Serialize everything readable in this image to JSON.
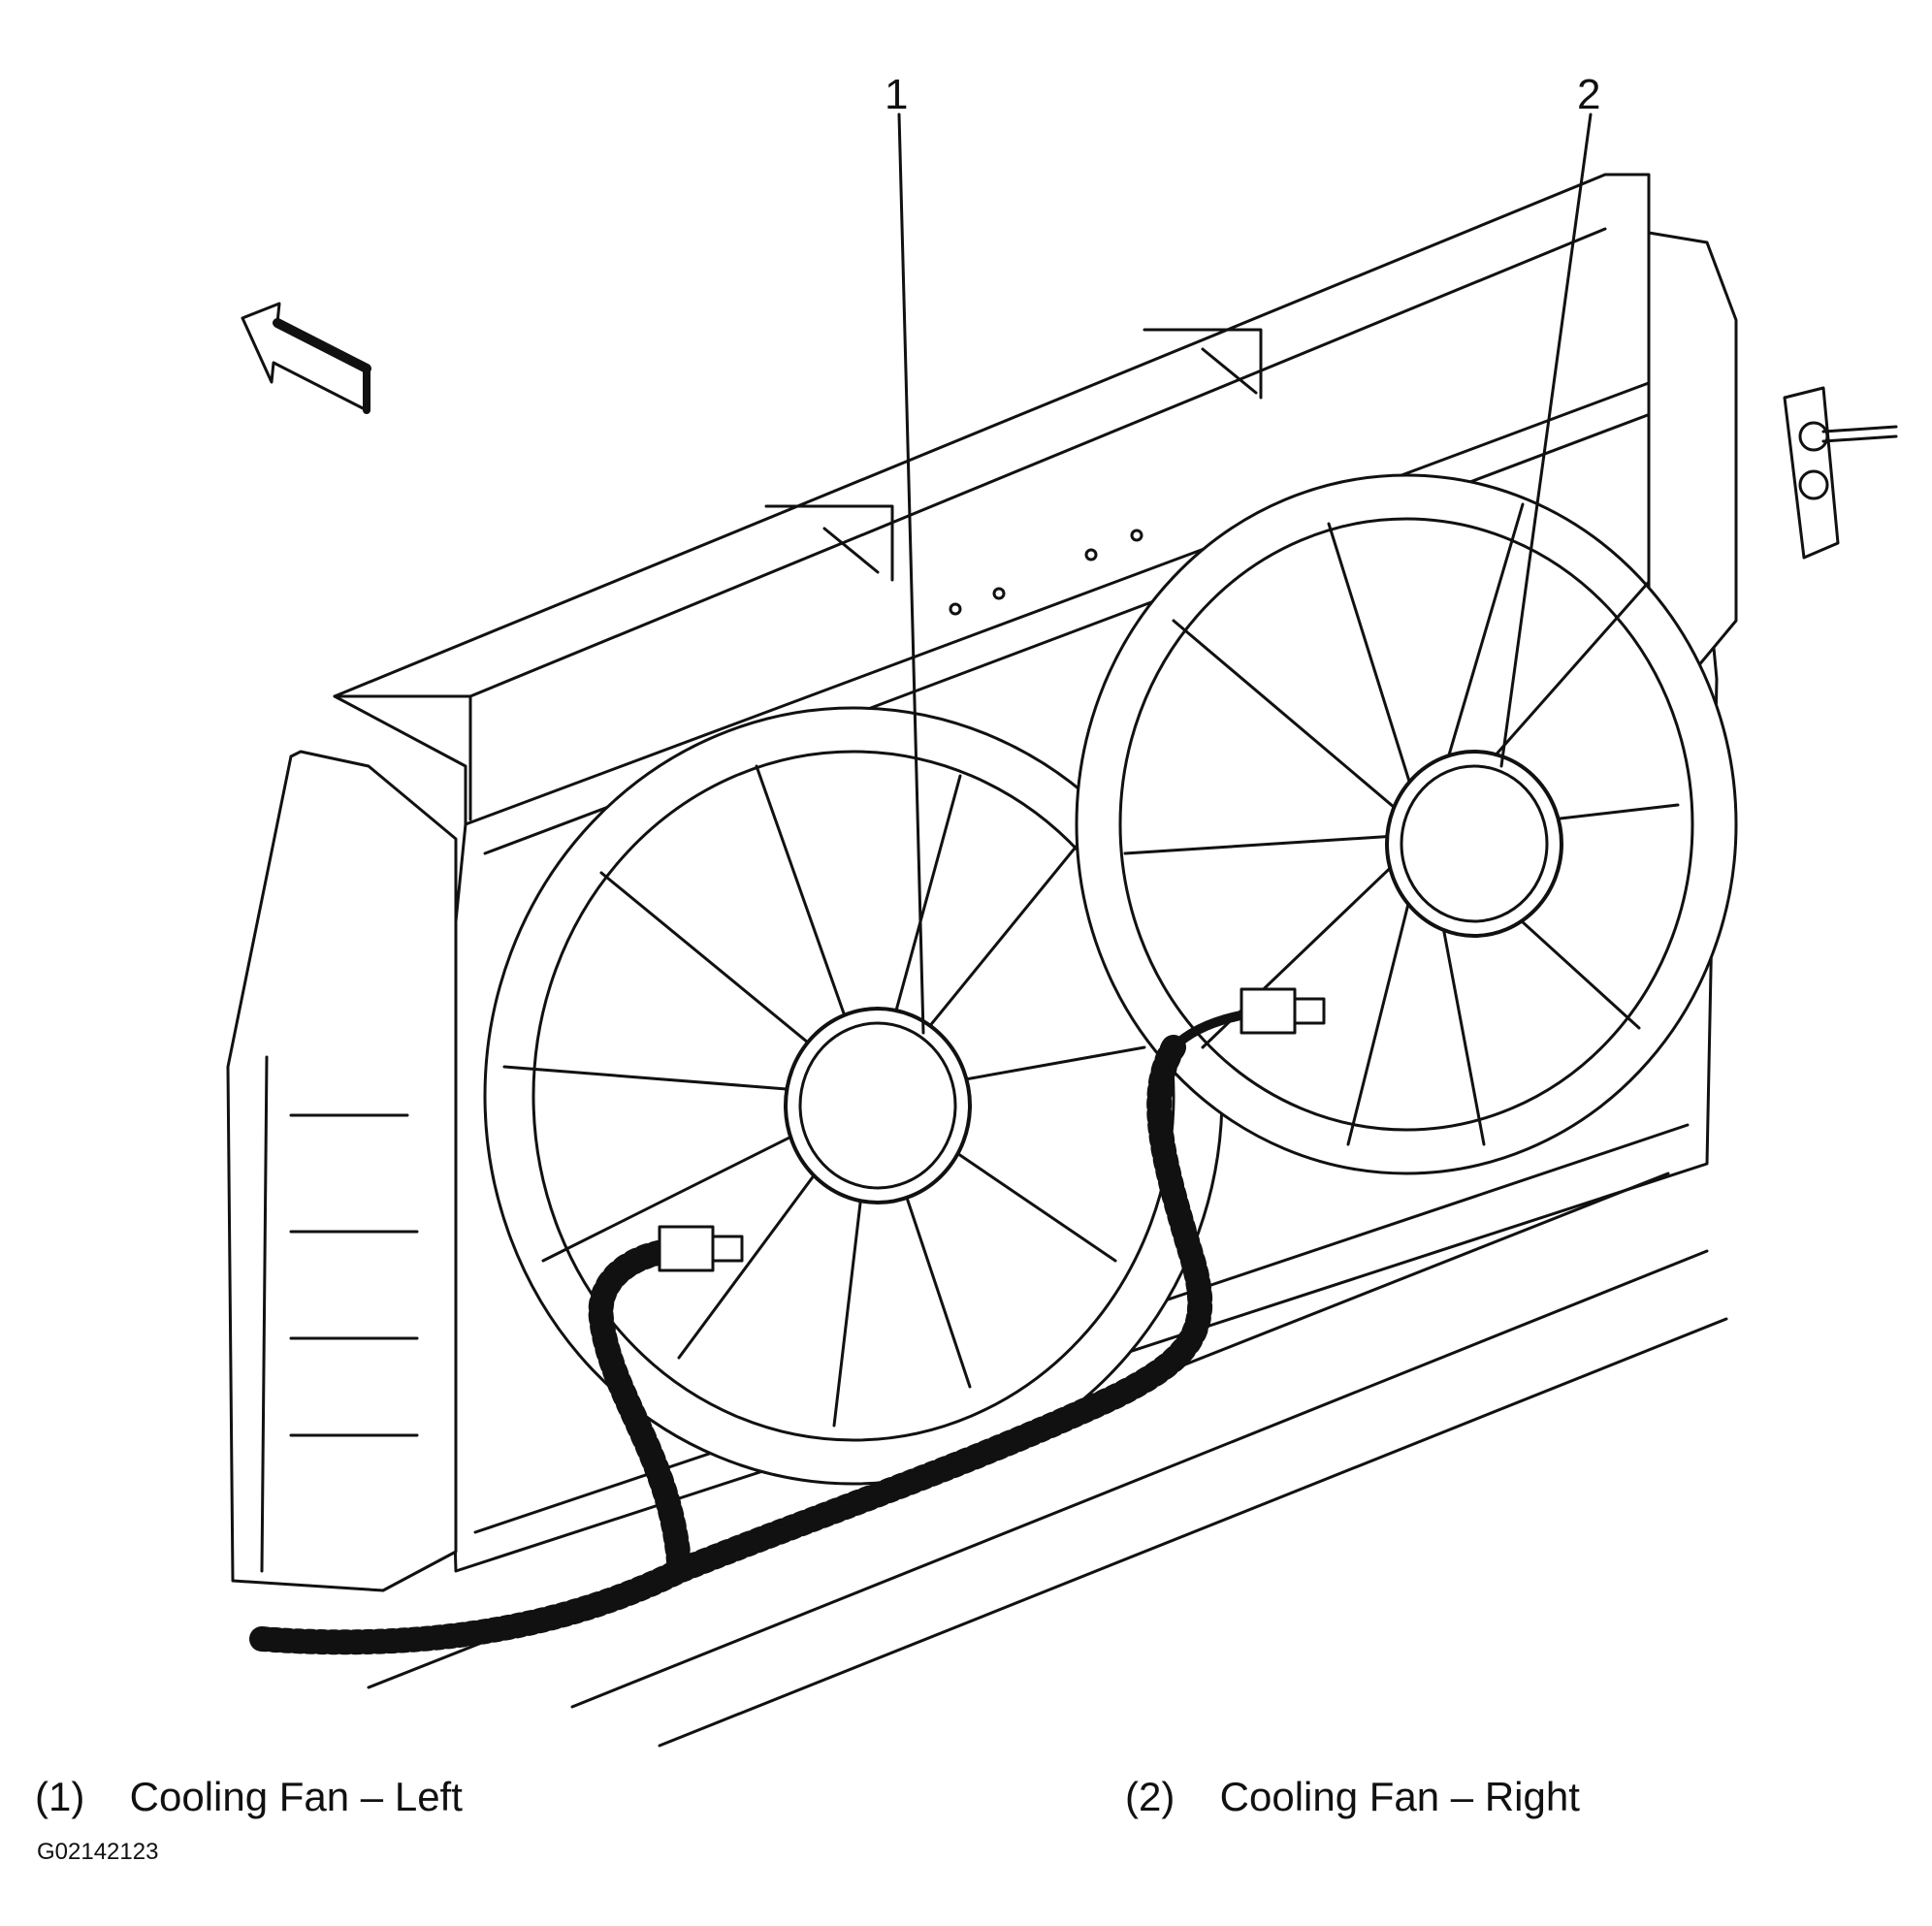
{
  "callouts": [
    {
      "number": "1"
    },
    {
      "number": "2"
    }
  ],
  "legend": [
    {
      "number": "(1)",
      "label": "Cooling Fan – Left"
    },
    {
      "number": "(2)",
      "label": "Cooling Fan – Right"
    }
  ],
  "figure_id": "G02142123",
  "line_color": "#111111",
  "background_color": "#ffffff"
}
